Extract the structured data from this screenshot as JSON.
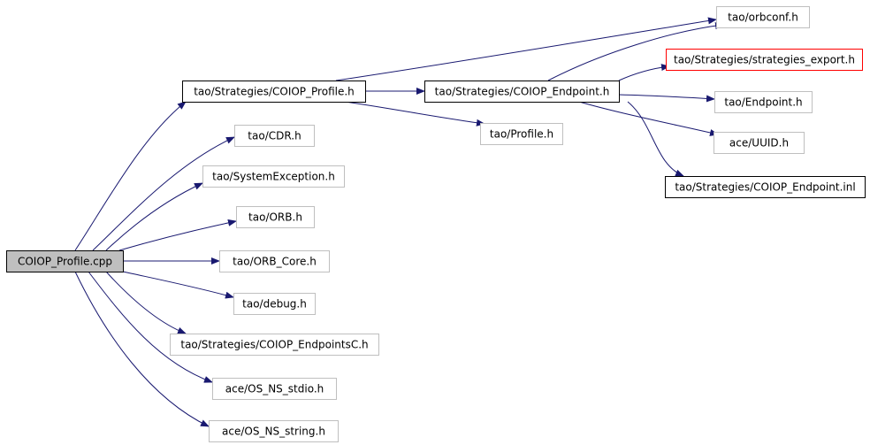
{
  "graph": {
    "nodes": [
      {
        "id": "coiop_profile_cpp",
        "label": "COIOP_Profile.cpp",
        "style": "root"
      },
      {
        "id": "coiop_profile_h",
        "label": "tao/Strategies/COIOP_Profile.h",
        "style": "normal"
      },
      {
        "id": "coiop_endpoint_h",
        "label": "tao/Strategies/COIOP_Endpoint.h",
        "style": "normal"
      },
      {
        "id": "orbconf_h",
        "label": "tao/orbconf.h",
        "style": "leaf"
      },
      {
        "id": "strategies_export_h",
        "label": "tao/Strategies/strategies_export.h",
        "style": "truncated"
      },
      {
        "id": "endpoint_h",
        "label": "tao/Endpoint.h",
        "style": "leaf"
      },
      {
        "id": "uuid_h",
        "label": "ace/UUID.h",
        "style": "leaf"
      },
      {
        "id": "coiop_endpoint_inl",
        "label": "tao/Strategies/COIOP_Endpoint.inl",
        "style": "normal"
      },
      {
        "id": "profile_h",
        "label": "tao/Profile.h",
        "style": "leaf"
      },
      {
        "id": "cdr_h",
        "label": "tao/CDR.h",
        "style": "leaf"
      },
      {
        "id": "systemexception_h",
        "label": "tao/SystemException.h",
        "style": "leaf"
      },
      {
        "id": "orb_h",
        "label": "tao/ORB.h",
        "style": "leaf"
      },
      {
        "id": "orb_core_h",
        "label": "tao/ORB_Core.h",
        "style": "leaf"
      },
      {
        "id": "debug_h",
        "label": "tao/debug.h",
        "style": "leaf"
      },
      {
        "id": "coiop_endpointsc_h",
        "label": "tao/Strategies/COIOP_EndpointsC.h",
        "style": "leaf"
      },
      {
        "id": "os_ns_stdio_h",
        "label": "ace/OS_NS_stdio.h",
        "style": "leaf"
      },
      {
        "id": "os_ns_string_h",
        "label": "ace/OS_NS_string.h",
        "style": "leaf"
      }
    ],
    "edges": [
      {
        "from": "coiop_profile_cpp",
        "to": "coiop_profile_h"
      },
      {
        "from": "coiop_profile_cpp",
        "to": "cdr_h"
      },
      {
        "from": "coiop_profile_cpp",
        "to": "systemexception_h"
      },
      {
        "from": "coiop_profile_cpp",
        "to": "orb_h"
      },
      {
        "from": "coiop_profile_cpp",
        "to": "orb_core_h"
      },
      {
        "from": "coiop_profile_cpp",
        "to": "debug_h"
      },
      {
        "from": "coiop_profile_cpp",
        "to": "coiop_endpointsc_h"
      },
      {
        "from": "coiop_profile_cpp",
        "to": "os_ns_stdio_h"
      },
      {
        "from": "coiop_profile_cpp",
        "to": "os_ns_string_h"
      },
      {
        "from": "coiop_profile_h",
        "to": "coiop_endpoint_h"
      },
      {
        "from": "coiop_profile_h",
        "to": "orbconf_h"
      },
      {
        "from": "coiop_profile_h",
        "to": "profile_h"
      },
      {
        "from": "coiop_endpoint_h",
        "to": "orbconf_h"
      },
      {
        "from": "coiop_endpoint_h",
        "to": "strategies_export_h"
      },
      {
        "from": "coiop_endpoint_h",
        "to": "endpoint_h"
      },
      {
        "from": "coiop_endpoint_h",
        "to": "uuid_h"
      },
      {
        "from": "coiop_endpoint_h",
        "to": "coiop_endpoint_inl"
      }
    ]
  },
  "colors": {
    "root_fill": "#bfbfbf",
    "root_border": "#000000",
    "normal_border": "#000000",
    "leaf_border": "#bfbfbf",
    "truncated_border": "#ff0000",
    "edge": "#191970",
    "background": "#ffffff"
  }
}
